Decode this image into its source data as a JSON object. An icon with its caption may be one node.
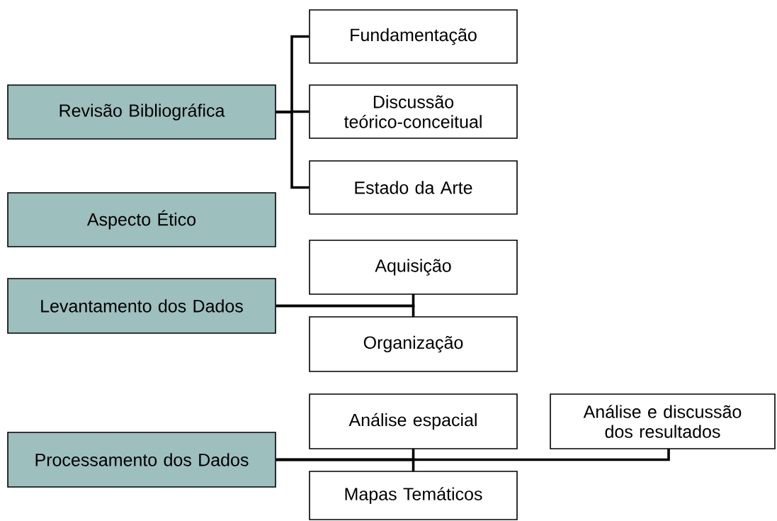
{
  "diagram": {
    "nodes": [
      {
        "text": [
          "Revisão Bibliográfica"
        ]
      },
      {
        "text": [
          "Fundamentação"
        ]
      },
      {
        "text": [
          "Discussão teórico-conceitual"
        ]
      },
      {
        "text": [
          "Estado da Arte"
        ]
      },
      {
        "text": [
          "Aspecto Ético"
        ]
      },
      {
        "text": [
          "Levantamento dos Dados"
        ]
      },
      {
        "text": [
          "Aquisição"
        ]
      },
      {
        "text": [
          "Organização"
        ]
      },
      {
        "text": [
          "Processamento dos Dados"
        ]
      },
      {
        "text": [
          "Análise espacial"
        ]
      },
      {
        "text": [
          "Análise e discussão dos resultados"
        ]
      },
      {
        "text": [
          "Mapas Temáticos"
        ]
      }
    ],
    "edges": [
      {
        "from": 0,
        "to": 1,
        "arrow": "none"
      },
      {
        "from": 0,
        "to": 2,
        "arrow": "none"
      },
      {
        "from": 0,
        "to": 3,
        "arrow": "none"
      },
      {
        "from": 5,
        "to": 6,
        "arrow": "none"
      },
      {
        "from": 5,
        "to": 7,
        "arrow": "none"
      },
      {
        "from": 8,
        "to": 9,
        "arrow": "none"
      },
      {
        "from": 8,
        "to": 10,
        "arrow": "none"
      },
      {
        "from": 8,
        "to": 11,
        "arrow": "none"
      }
    ]
  }
}
